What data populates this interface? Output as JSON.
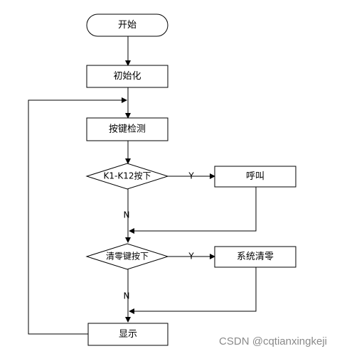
{
  "flowchart": {
    "start_label": "开始",
    "init_label": "初始化",
    "detect_label": "按键检测",
    "decision1_label": "K1-K12按下",
    "call_label": "呼叫",
    "decision2_label": "清零键按下",
    "clear_label": "系统清零",
    "display_label": "显示",
    "yes1_label": "Y",
    "no1_label": "N",
    "yes2_label": "Y",
    "no2_label": "N"
  },
  "watermark": {
    "text": "CSDN @cqtianxingkeji"
  }
}
